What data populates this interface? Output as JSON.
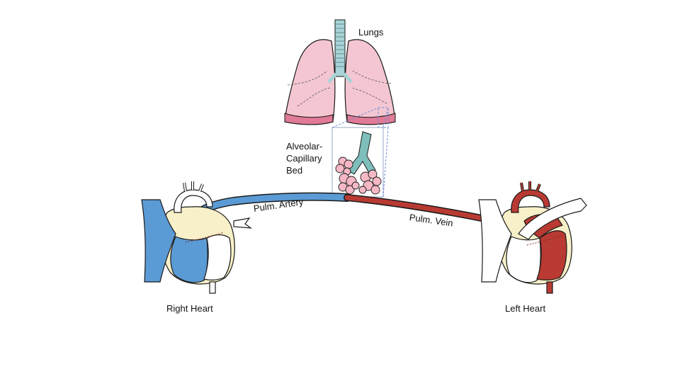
{
  "labels": {
    "lungs": "Lungs",
    "alveolar_line1": "Alveolar-",
    "alveolar_line2": "Capillary",
    "alveolar_line3": "Bed",
    "pulm_artery": "Pulm. Artery",
    "pulm_vein": "Pulm. Vein",
    "right_heart": "Right Heart",
    "left_heart": "Left Heart"
  },
  "colors": {
    "deoxygenated_blood": "#5b9bd5",
    "oxygenated_blood": "#b83a32",
    "lung_tissue": "#f4c6d2",
    "lung_base": "#e07a96",
    "trachea": "#a9d3d6",
    "bronchiole": "#7fbfbb",
    "alveoli": "#f7b8c6",
    "heart_wall": "#f7f0c8",
    "outline": "#1a1a1a",
    "zoom_box": "#6f8fd8"
  },
  "icons": {
    "lungs": "lungs-icon",
    "alveoli": "alveoli-icon",
    "right_heart": "right-heart-icon",
    "left_heart": "left-heart-icon"
  }
}
